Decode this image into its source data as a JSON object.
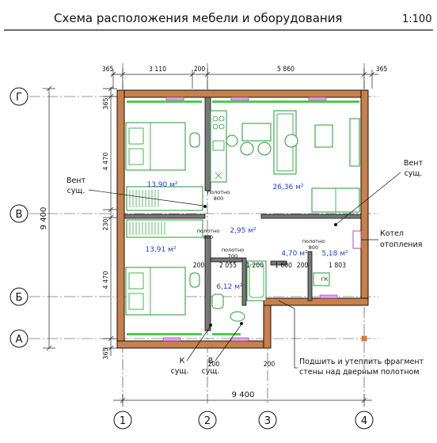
{
  "title": "Схема расположения мебели и оборудования",
  "scale": "1:100",
  "axes": {
    "g": "Г",
    "v": "В",
    "b": "Б",
    "a": "А",
    "c1": "1",
    "c2": "2",
    "c3": "3",
    "c4": "4"
  },
  "dims_top": {
    "d1": "365",
    "d2": "3 110",
    "d3": "200",
    "d4": "5 860",
    "d5": "365"
  },
  "dims_left": {
    "d1": "365",
    "d2": "4 470",
    "d3": "230",
    "d4": "4 470",
    "d5": "365",
    "total": "9 400"
  },
  "dims_bottom": {
    "total": "9 400"
  },
  "dims_inner": {
    "a": "200",
    "b": "2 055",
    "c": "1 200",
    "d": "1 600",
    "e": "200",
    "f": "1 803",
    "g": "200",
    "h": "200"
  },
  "rooms": {
    "r1": "13,90 м²",
    "r2": "26,36 м²",
    "r3": "2,95 м²",
    "r4": "13,91 м²",
    "r5": "4,70 м²",
    "r6": "5,18 м²",
    "r7": "6,12 м²"
  },
  "doors": {
    "d1a": "полотно",
    "d1b": "800",
    "d2a": "полотно",
    "d2b": "800",
    "d3a": "полотно",
    "d3b": "700",
    "d4a": "полотно",
    "d4b": "800",
    "hinted": "ГК"
  },
  "labels": {
    "vent_left_1": "Вент",
    "vent_left_2": "сущ.",
    "vent_right_1": "Вент",
    "vent_right_2": "сущ.",
    "boiler_1": "Котел",
    "boiler_2": "отопления",
    "k_1": "К",
    "k_2": "сущ.",
    "v_1": "В",
    "v_2": "сущ.",
    "note_1": "Подшить и утеплить фрагмент",
    "note_2": "стены над дверным полотном"
  }
}
